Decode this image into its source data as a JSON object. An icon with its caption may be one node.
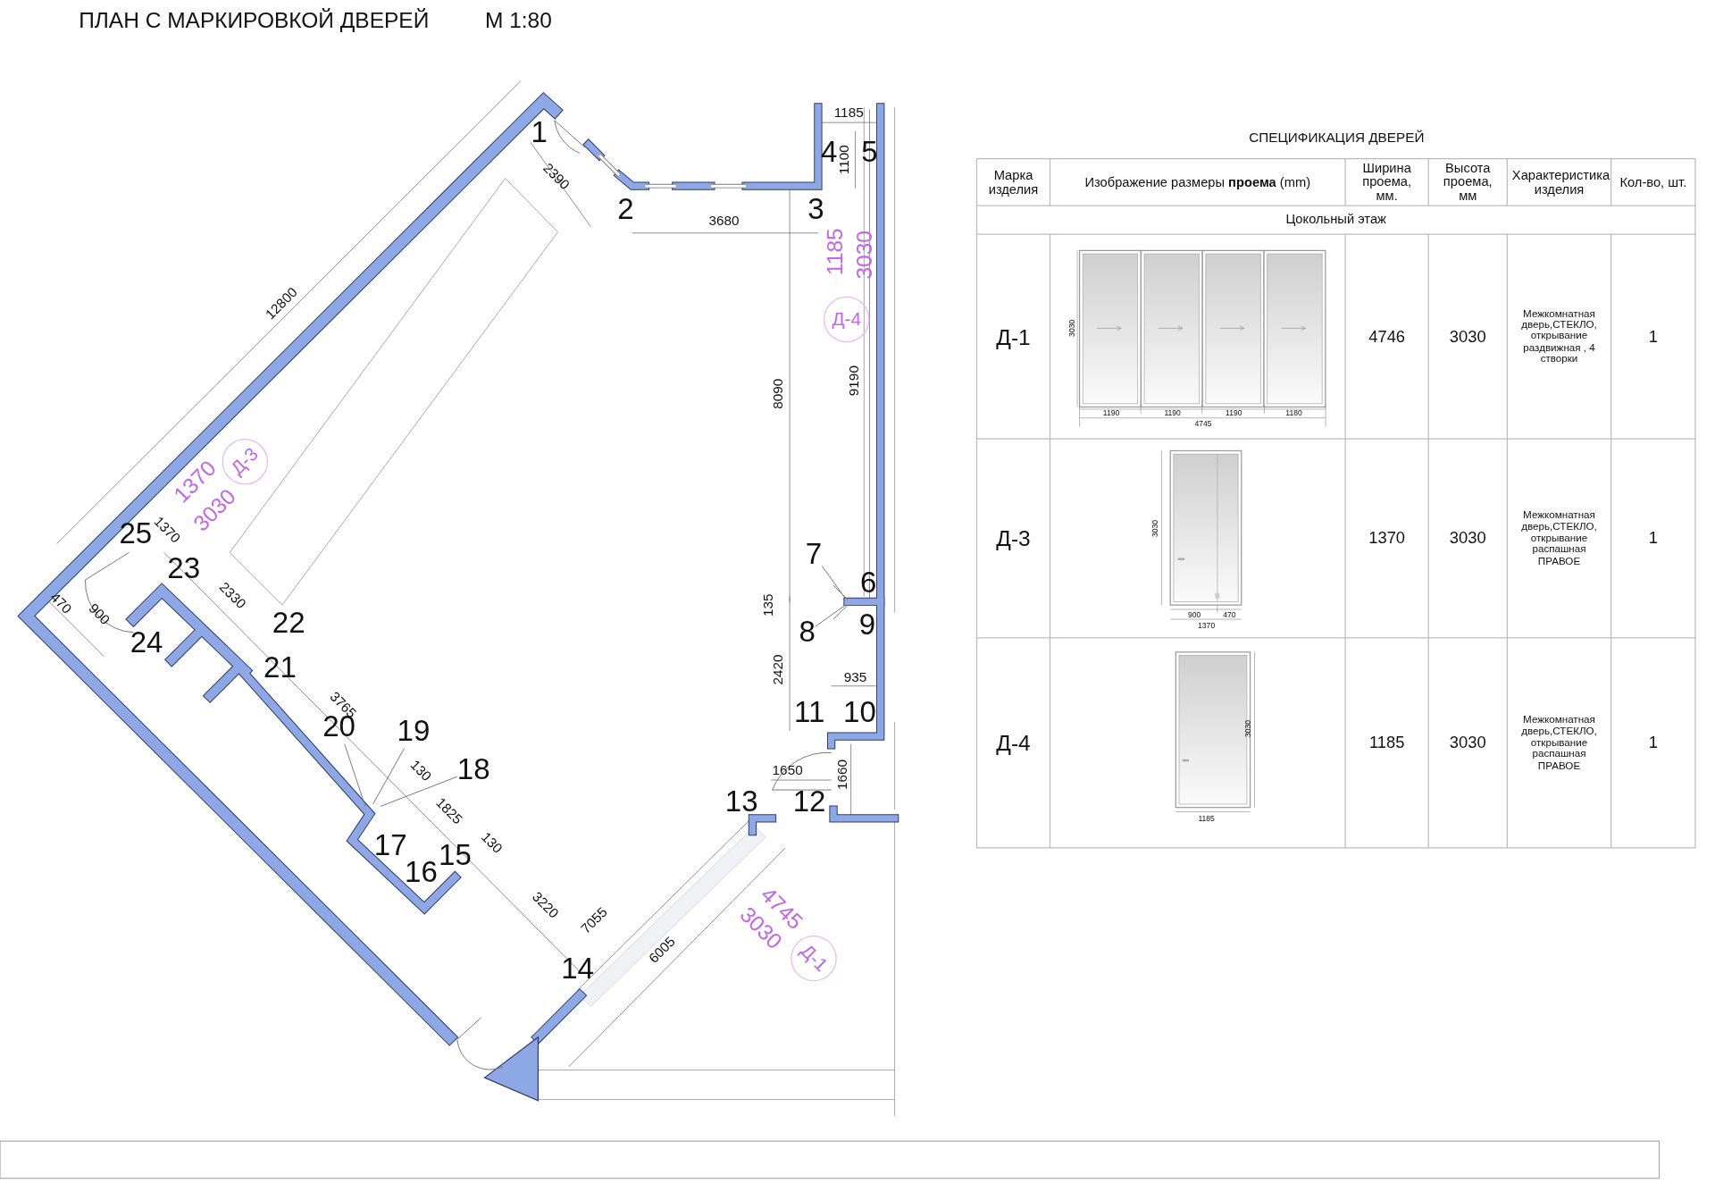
{
  "diagram": {
    "title": "ПЛАН С МАРКИРОВКОЙ ДВЕРЕЙ",
    "nodes": [
      {
        "text": [
          "Д-4"
        ],
        "beside": [
          "1185",
          "3030"
        ]
      },
      {
        "text": [
          "Д-3"
        ],
        "beside": [
          "1370",
          "3030"
        ]
      },
      {
        "text": [
          "Д-1"
        ],
        "beside": [
          "4745",
          "3030"
        ]
      },
      {
        "text": [
          "7"
        ]
      },
      {
        "text": [
          "8"
        ]
      },
      {
        "text": [
          "20"
        ]
      },
      {
        "text": [
          "19"
        ]
      },
      {
        "text": [
          "18"
        ]
      }
    ],
    "edges": [
      {
        "from": 3,
        "to": null,
        "arrow": "none"
      },
      {
        "from": 4,
        "to": null,
        "arrow": "none"
      },
      {
        "from": 5,
        "to": null,
        "arrow": "none"
      },
      {
        "from": 6,
        "to": null,
        "arrow": "none"
      },
      {
        "from": 7,
        "to": null,
        "arrow": "none"
      }
    ],
    "labels": [
      "М 1:80",
      "1",
      "2",
      "3",
      "4",
      "5",
      "6",
      "9",
      "11",
      "10",
      "13",
      "12",
      "14",
      "15",
      "16",
      "17",
      "21",
      "22",
      "23",
      "24",
      "25",
      "12800",
      "2390",
      "3680",
      "1185",
      "1100",
      "8090",
      "9190",
      "135",
      "2420",
      "935",
      "1650",
      "1660",
      "1370",
      "470",
      "900",
      "2330",
      "3765",
      "130",
      "1825",
      "130",
      "3220",
      "7055",
      "6005",
      "СПЕЦИФИКАЦИЯ ДВЕРЕЙ",
      "Марка изделия",
      "Изображение размеры **проема** (mm)",
      "Ширина проема, мм.",
      "Высота проема, мм",
      "Характеристика изделия",
      "Кол-во, шт.",
      "Цокольный этаж",
      "Д-1",
      "3030",
      "1190",
      "1190",
      "1190",
      "1180",
      "4745",
      "4746",
      "3030",
      "Межкомнатная дверь,СТЕКЛО, открывание раздвижная , 4 створки",
      "1",
      "Д-3",
      "3030",
      "900",
      "470",
      "1370",
      "1370",
      "3030",
      "Межкомнатная дверь,СТЕКЛО, открывание распашная ПРАВОЕ",
      "1",
      "Д-4",
      "3030",
      "1185",
      "1185",
      "3030",
      "Межкомнатная дверь,СТЕКЛО, открывание распашная ПРАВОЕ",
      "1"
    ]
  }
}
